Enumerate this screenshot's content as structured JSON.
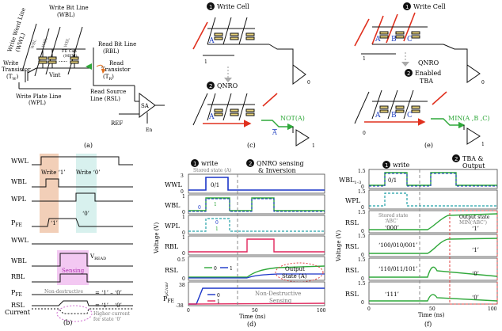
{
  "panels": {
    "a": {
      "label": "(a)",
      "wwl": "Write Word Line",
      "wwl_short": "(WWL)",
      "wbl": "Write Bit Line",
      "wbl_short": "(WBL)",
      "wbl_i": "WBL",
      "write_transistor": "Write",
      "write_transistor2": "Transistor",
      "tw": "(T",
      "tw_sub": "W",
      "tw_end": ")",
      "fecap": "FE Cap",
      "mfm": "(MFM)",
      "rbl": "Read Bit Line",
      "rbl_short": "(RBL)",
      "read_transistor": "Read",
      "read_transistor2": "Transistor",
      "tr": "(T",
      "tr_sub": "R",
      "tr_end": ")",
      "vint": "Vint",
      "wpl": "Write Plate Line",
      "wpl_short": "(WPL)",
      "rsl": "Read Source",
      "rsl2": "Line (RSL)",
      "sa": "SA",
      "ref": "REF",
      "en": "En"
    },
    "b": {
      "label": "(b)",
      "signals_top": [
        "WWL",
        "WBL",
        "WPL"
      ],
      "pfe": "P",
      "pfe_sub": "FE",
      "write1": "Write ‘1’",
      "write0": "Write ‘0’",
      "state1": "‘1’",
      "state0": "‘0’",
      "signals_bot": [
        "WWL",
        "WBL",
        "RBL"
      ],
      "vread": "V",
      "vread_sub": "READ",
      "sensing": "Sensing",
      "nondestructive": "Non-destructive",
      "eq1": "= ‘1’ – ‘0’",
      "eq2": "= ‘1’ – ‘0’",
      "rsl_current": "RSL",
      "rsl_current2": "Current",
      "higher": "Higher current",
      "higher2": "for state ‘0’"
    },
    "c": {
      "label": "(c)",
      "step1": "Write Cell",
      "step2": "QNRO",
      "cell_a": "A",
      "out": "NOT(A)",
      "abar": "A"
    },
    "d": {
      "label": "(d)",
      "step1": "write",
      "stored": "Stored state (A)",
      "step2": "QNRO sensing",
      "step2b": "& Inversion",
      "rows": [
        "WWL",
        "WBL",
        "WPL",
        "RBL",
        "RSL"
      ],
      "pfe": "P",
      "pfe_sub": "FE",
      "voltage": "Voltage (V)",
      "pfe_unit": "μC/cm²",
      "xlabel": "Time (ns)",
      "val01": "0/1",
      "wbl0": "0",
      "wbl1": "1",
      "wpl0": "0",
      "wpl1": "1",
      "rsl_legend0": "0",
      "rsl_legend1": "1",
      "output_state": "Output",
      "output_state2": "State (A)",
      "pfe0": "0",
      "pfe1": "1",
      "nondestr": "Non-Destructive",
      "nondestr2": "Sensing",
      "yticks_wwl": [
        "3",
        "0"
      ],
      "yticks_wbl": [
        "1",
        "0"
      ],
      "yticks_wpl": [
        "1",
        "0"
      ],
      "yticks_rbl": [
        "1",
        "0"
      ],
      "yticks_rsl": [
        "0.5",
        "0"
      ],
      "yticks_pfe": [
        "38",
        "-38"
      ],
      "xticks": [
        "0",
        "50",
        "100"
      ]
    },
    "e": {
      "label": "(e)",
      "step1": "Write Cell",
      "step2": "QNRO",
      "step2b": "Enabled",
      "step2c": "TBA",
      "cells": [
        "A",
        "B",
        "C"
      ],
      "out": "MIN(A ,B ,C)",
      "zero": "0",
      "one": "1"
    },
    "f": {
      "label": "(f)",
      "step1": "write",
      "step2": "TBA &",
      "step2b": "Output",
      "rows": [
        "WBL",
        "WPL",
        "RSL",
        "RSL",
        "RSL",
        "RSL"
      ],
      "wbl_sub": "1–3",
      "voltage": "Voltage (V)",
      "xlabel": "Time (ns)",
      "val01": "0/1",
      "stored": "Stored state",
      "stored2": "‘ABC’",
      "s000": "‘000’",
      "s100": "‘100/010/001’",
      "s110": "‘110/011/101’",
      "s111": "‘111’",
      "output_state": "Output state",
      "output_min": "MIN(‘ABC’)",
      "o1a": "‘1’",
      "o1b": "‘1’",
      "o0a": "‘0’",
      "o0b": "‘0’",
      "yticks": [
        "1.5",
        "0"
      ],
      "xticks": [
        "0",
        "50",
        "100"
      ]
    }
  },
  "colors": {
    "write1_band": "#f2cfb8",
    "write0_band": "#d8f1ee",
    "sensing_band": "#f3c8f2",
    "trace_blue": "#1a35c8",
    "trace_green": "#2fa83a",
    "trace_teal": "#22a0a8",
    "trace_red": "#e0255b",
    "red_dashed": "#e04040",
    "cap_fill": "#e8d27a"
  }
}
